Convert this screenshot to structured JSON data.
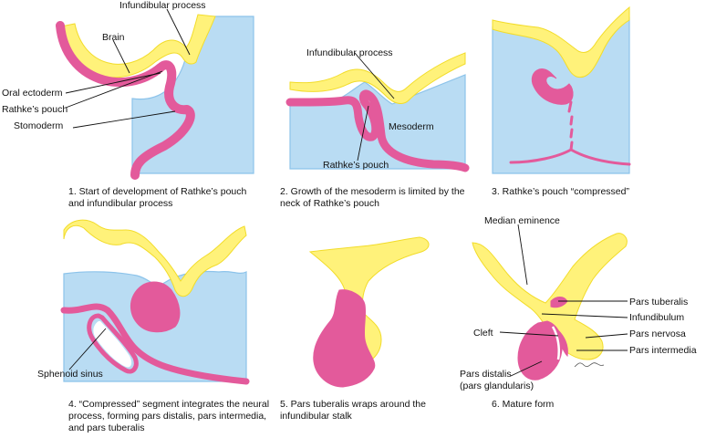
{
  "colors": {
    "neural": "#fff27a",
    "neural_edge": "#f2dc2a",
    "mesoderm": "#b9dcf3",
    "mesoderm_edge": "#8cc3ea",
    "pouch": "#e35a9b",
    "pouch_light": "#f08bbd",
    "line": "#111111"
  },
  "panels": [
    {
      "caption": "1. Start of development of Rathke’s pouch\nand infundibular process",
      "labels": {
        "infundibular_process": "Infundibular process",
        "brain": "Brain",
        "oral_ectoderm": "Oral ectoderm",
        "rathkes_pouch": "Rathke’s pouch",
        "stomoderm": "Stomoderm"
      }
    },
    {
      "caption": "2. Growth of the mesoderm is limited by the\nneck of Rathke’s pouch",
      "labels": {
        "infundibular_process": "Infundibular process",
        "mesoderm": "Mesoderm",
        "rathkes_pouch": "Rathke’s pouch"
      }
    },
    {
      "caption": "3. Rathke’s pouch “compressed”",
      "labels": {}
    },
    {
      "caption": "4. “Compressed” segment integrates the neural\nprocess, forming pars distalis, pars intermedia,\nand pars tuberalis",
      "labels": {
        "sphenoid_sinus": "Sphenoid sinus"
      }
    },
    {
      "caption": "5. Pars tuberalis wraps around the\ninfundibular stalk",
      "labels": {}
    },
    {
      "caption": "6. Mature form",
      "labels": {
        "median_eminence": "Median eminence",
        "pars_tuberalis": "Pars tuberalis",
        "infundibulum": "Infundibulum",
        "cleft": "Cleft",
        "pars_nervosa": "Pars nervosa",
        "pars_intermedia": "Pars intermedia",
        "pars_distalis": "Pars distalis",
        "pars_glandularis": "(pars glandularis)"
      }
    }
  ]
}
